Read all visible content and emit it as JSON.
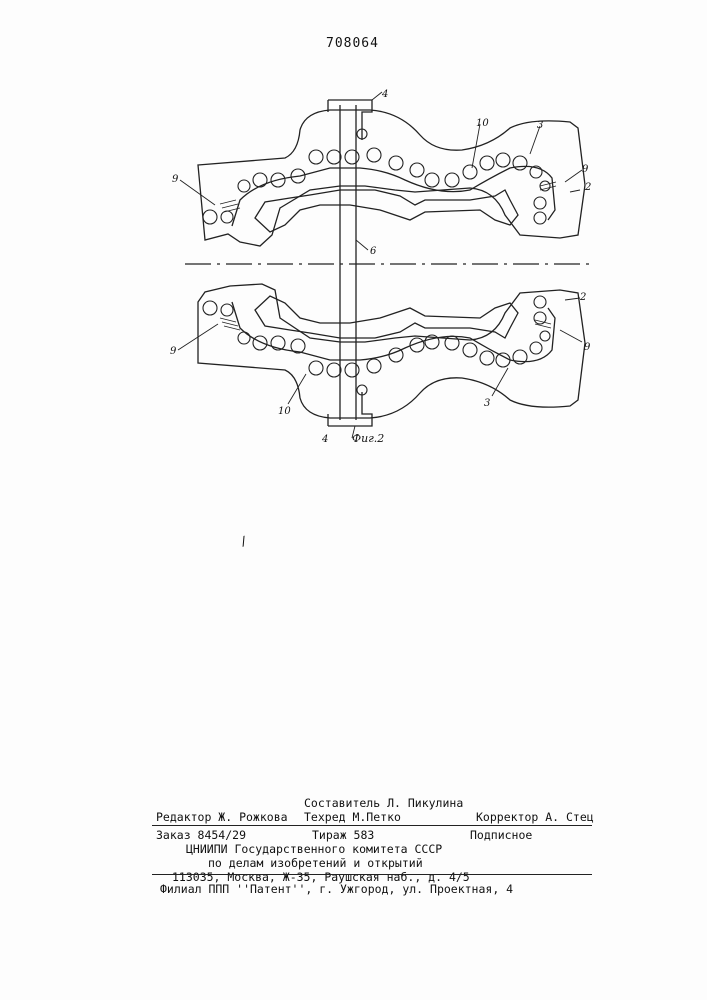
{
  "header": {
    "patent_number": "708064"
  },
  "figure": {
    "caption": "Фиг.2",
    "labels": {
      "l4_top": "4",
      "l10_top": "10",
      "l3_top": "3",
      "l9_right_top": "9",
      "l2_top": "2",
      "l9_left_top": "9",
      "l6": "6",
      "l2_bottom": "2",
      "l9_left_bottom": "9",
      "l9_right_bottom": "9",
      "l10_bottom": "10",
      "l3_bottom": "3",
      "l4_bottom": "4"
    }
  },
  "imprint": {
    "compiler": "Составитель Л. Пикулина",
    "editor": "Редактор Ж. Рожкова",
    "techred": "Техред М.Петко",
    "corrector": "Корректор А. Стец",
    "order": "Заказ 8454/29",
    "circulation": "Тираж 583",
    "subscription": "Подписное",
    "org_line1": "ЦНИИПИ Государственного комитета СССР",
    "org_line2": "по делам изобретений и открытий",
    "org_address": "113035, Москва, Ж-35, Раушская наб., д. 4/5",
    "branch": "Филиал ППП ''Патент'', г. Ужгород, ул. Проектная, 4"
  }
}
